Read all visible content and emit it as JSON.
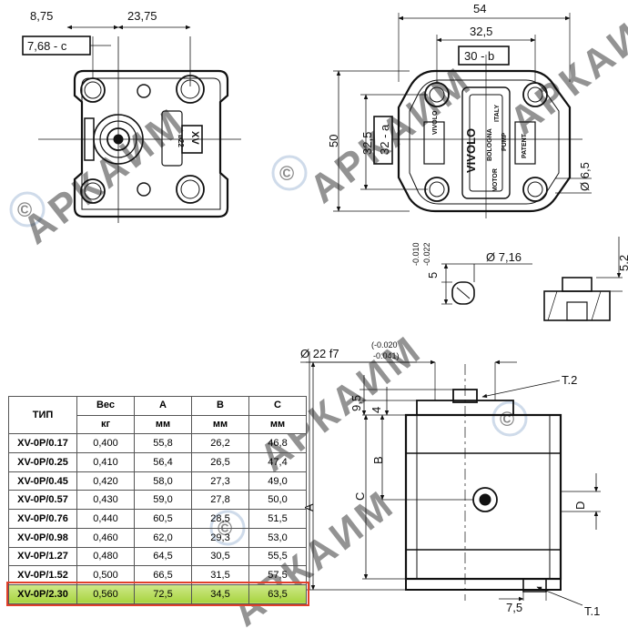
{
  "top_view": {
    "dims": [
      "8,75",
      "23,75",
      "7,68 - c"
    ],
    "marking": [
      "XV",
      "ø22"
    ]
  },
  "flange_view": {
    "dims": [
      "54",
      "32,5",
      "30 - b",
      "50",
      "32,5",
      "32 - a",
      "Ø 6,5"
    ],
    "marking": [
      "VIVOLO",
      "BOLOGNA",
      "ITALY",
      "MOTOR",
      "PUMP",
      "PATENT",
      "VIVOLO"
    ]
  },
  "key_detail": {
    "dims": [
      "Ø 7,16",
      "5",
      "-0.010",
      "-0.022",
      "5,2"
    ]
  },
  "side_view": {
    "shaft_dim": "Ø 22 f7",
    "shaft_tol_upper": "(-0.020",
    "shaft_tol_lower": "-0.041)",
    "dims": [
      "9,5",
      "4",
      "B",
      "C",
      "A",
      "D",
      "7,5"
    ],
    "callouts": [
      "T.2",
      "T.1"
    ]
  },
  "watermark": [
    "АРКАИМ",
    "АРКАИМ",
    "АРКАИМ",
    "АРКАИМ",
    "АРКАИМ"
  ],
  "table": {
    "headers": [
      "ТИП",
      "Вес",
      "A",
      "B",
      "C"
    ],
    "units": [
      "кг",
      "мм",
      "мм",
      "мм"
    ],
    "rows": [
      [
        "XV-0P/0.17",
        "0,400",
        "55,8",
        "26,2",
        "46,8"
      ],
      [
        "XV-0P/0.25",
        "0,410",
        "56,4",
        "26,5",
        "47,4"
      ],
      [
        "XV-0P/0.45",
        "0,420",
        "58,0",
        "27,3",
        "49,0"
      ],
      [
        "XV-0P/0.57",
        "0,430",
        "59,0",
        "27,8",
        "50,0"
      ],
      [
        "XV-0P/0.76",
        "0,440",
        "60,5",
        "28,5",
        "51,5"
      ],
      [
        "XV-0P/0.98",
        "0,460",
        "62,0",
        "29,3",
        "53,0"
      ],
      [
        "XV-0P/1.27",
        "0,480",
        "64,5",
        "30,5",
        "55,5"
      ],
      [
        "XV-0P/1.52",
        "0,500",
        "66,5",
        "31,5",
        "57,5"
      ],
      [
        "XV-0P/2.30",
        "0,560",
        "72,5",
        "34,5",
        "63,5"
      ]
    ],
    "highlight_row": 8,
    "highlight_colors": {
      "fill": "#a7d33f",
      "border": "#e0402a"
    }
  }
}
